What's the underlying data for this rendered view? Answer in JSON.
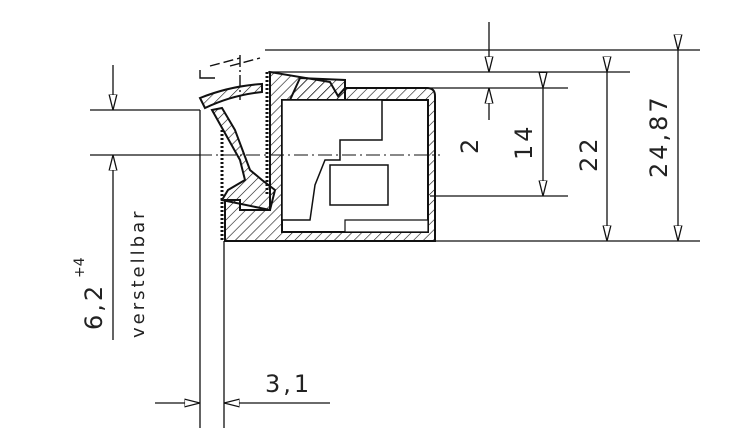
{
  "drawing": {
    "dimensions": {
      "overall_height": "24,87",
      "housing_height": "22",
      "inner_height": "14",
      "top_offset": "2",
      "adjust_value": "6,2",
      "adjust_tolerance": "+4",
      "adjust_note": "verstellbar",
      "wall_thickness": "3,1"
    },
    "colors": {
      "line": "#111111",
      "background": "#ffffff"
    }
  }
}
